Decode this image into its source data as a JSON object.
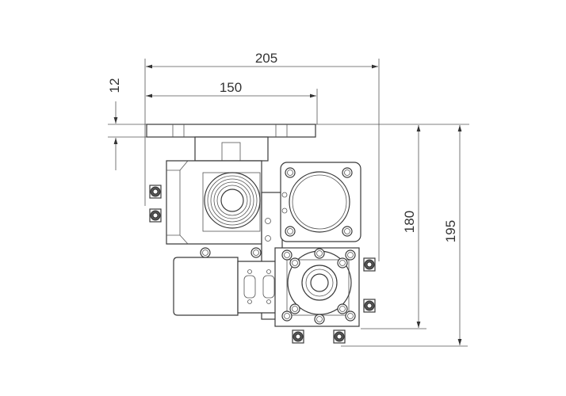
{
  "dimensions": {
    "overall_width": "205",
    "plate_width": "150",
    "plate_thickness": "12",
    "height_to_body": "180",
    "overall_height": "195"
  },
  "colors": {
    "line": "#3a3a3a",
    "background": "#ffffff"
  }
}
